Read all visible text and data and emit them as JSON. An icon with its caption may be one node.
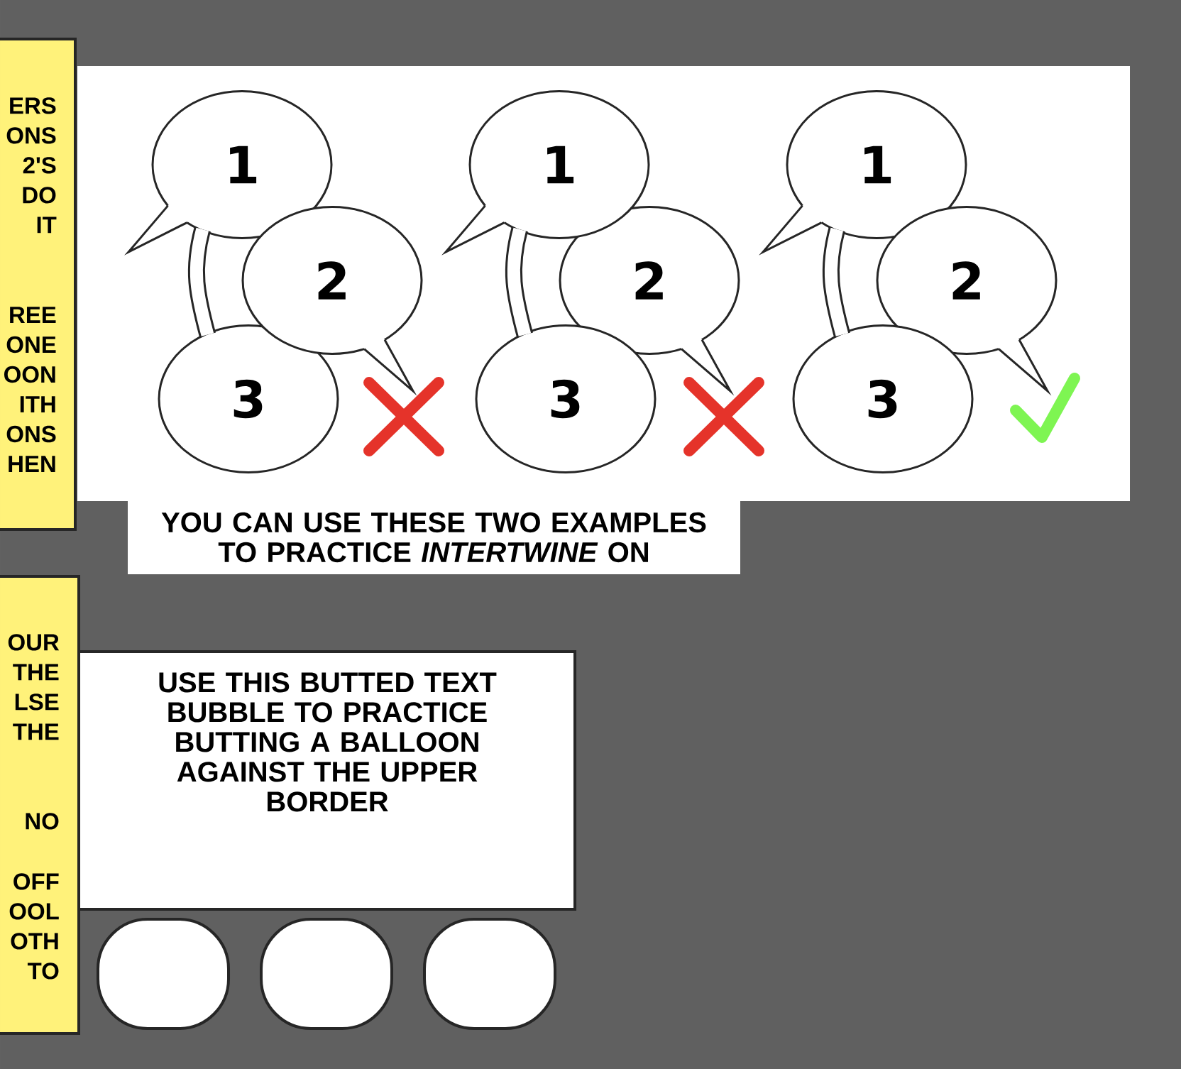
{
  "diagram": {
    "nodes": [
      {
        "text": [
          "ERS ONS 2'S DO IT",
          "REE ONE OON ITH ONS HEN"
        ]
      },
      {
        "text": [
          "YOU CAN USE THESE TWO EXAMPLES TO PRACTICE *INTERTWINE* ON"
        ]
      },
      {
        "text": [
          "1"
        ],
        "in": 1
      },
      {
        "text": [
          "2"
        ],
        "in": 1
      },
      {
        "text": [
          "3"
        ],
        "in": 1
      },
      {
        "text": [
          "1"
        ],
        "in": 1
      },
      {
        "text": [
          "2"
        ],
        "in": 1
      },
      {
        "text": [
          "3"
        ],
        "in": 1
      },
      {
        "text": [
          "1"
        ],
        "in": 1
      },
      {
        "text": [
          "2"
        ],
        "in": 1
      },
      {
        "text": [
          "3"
        ],
        "in": 1
      },
      {
        "text": [
          "OUR THE LSE THE",
          "NO",
          "OFF OOL OTH TO"
        ]
      },
      {
        "text": [
          "USE THIS BUTTED TEXT BUBBLE TO PRACTICE BUTTING A BALLOON AGAINST THE UPPER BORDER"
        ]
      },
      {
        "text": [],
        "shape": "oval"
      },
      {
        "text": [],
        "shape": "oval"
      },
      {
        "text": [],
        "shape": "oval"
      }
    ],
    "edges": [
      {
        "from": 2,
        "to": 4,
        "arrow": "none"
      },
      {
        "from": 5,
        "to": 7,
        "arrow": "none"
      },
      {
        "from": 8,
        "to": 10,
        "arrow": "none"
      }
    ]
  }
}
